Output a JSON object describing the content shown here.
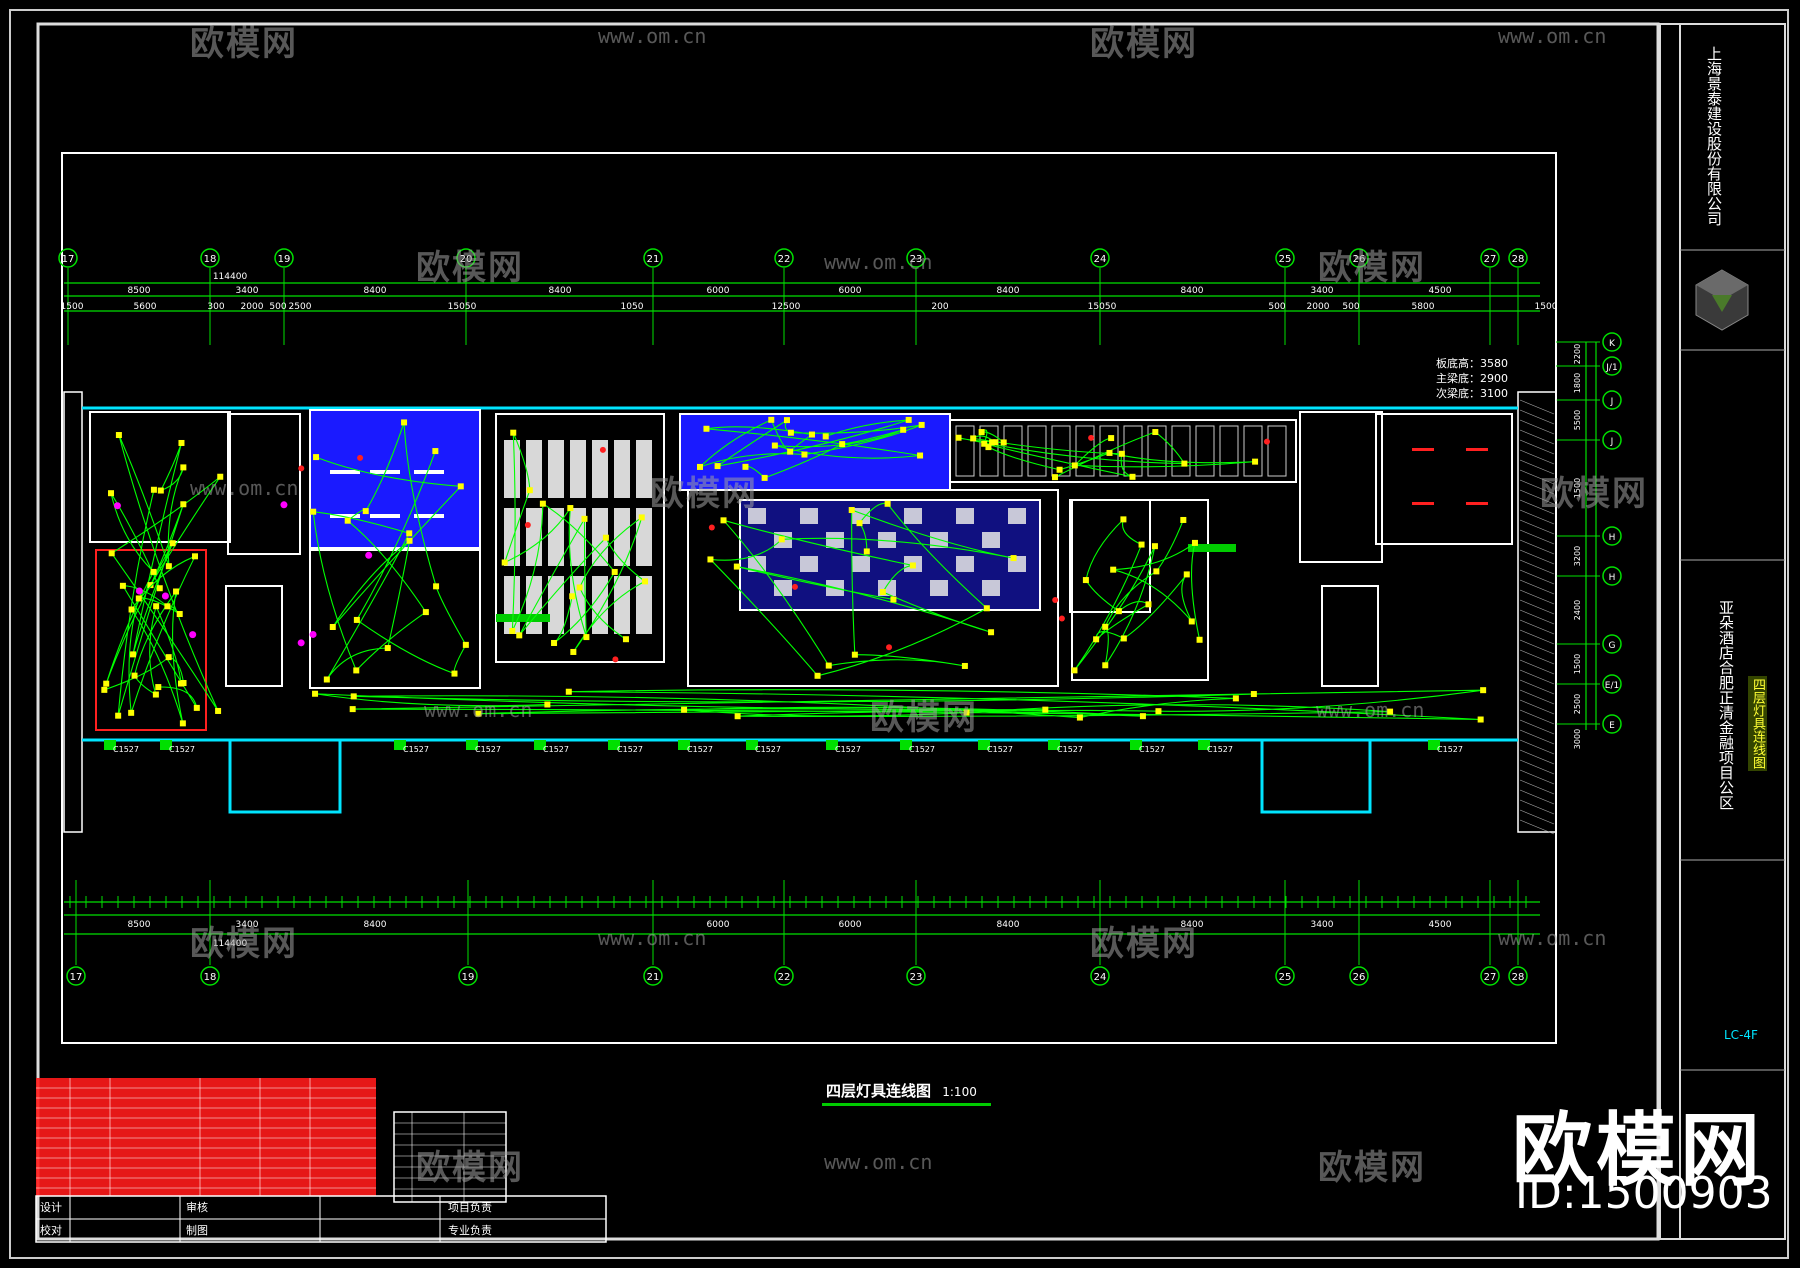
{
  "drawing": {
    "title": "四层灯具连线图",
    "scale": "1:100",
    "code": "LC-4F",
    "company": "上海景泰建设股份有限公司",
    "project": "亚朵酒店合肥正清金融项目公区",
    "sheet_name": "四层灯具连线图"
  },
  "axes_top": {
    "labels": [
      "17",
      "18",
      "19",
      "20",
      "21",
      "22",
      "23",
      "24",
      "25",
      "26",
      "27",
      "28"
    ],
    "row1_dims": [
      "114400"
    ],
    "row2_dims": [
      "8500",
      "3400",
      "8400",
      "8400",
      "6000",
      "6000",
      "8400",
      "8400",
      "3400",
      "4500"
    ],
    "row3_dims": [
      "1500",
      "5600",
      "300",
      "2000",
      "500",
      "2500",
      "15050",
      "1050",
      "12500",
      "200",
      "15050",
      "500",
      "2000",
      "500",
      "5800",
      "1500"
    ]
  },
  "axes_bottom": {
    "labels": [
      "17",
      "18",
      "19",
      "21",
      "22",
      "23",
      "24",
      "25",
      "26",
      "27",
      "28"
    ],
    "row1_dims": [
      "114400"
    ],
    "row2_dims": [
      "8500",
      "3400",
      "8400",
      "6000",
      "6000",
      "8400",
      "8400",
      "3400",
      "4500"
    ]
  },
  "axes_right": {
    "labels": [
      "K",
      "J/1",
      "J",
      "J",
      "H",
      "H",
      "G",
      "E/1",
      "E"
    ],
    "dims": [
      "2200",
      "1800",
      "5500",
      "1500",
      "3200",
      "2400",
      "1500",
      "2500",
      "3000"
    ]
  },
  "heights": {
    "lines": [
      "板底高：3580",
      "主梁底：2900",
      "次梁底：3100"
    ]
  },
  "window_tags": [
    "C1527",
    "C1527",
    "C1527",
    "C1527",
    "C1527",
    "C1527",
    "C1527",
    "C1527",
    "C1527",
    "C1527",
    "C1527",
    "C1527",
    "C1527",
    "C1527",
    "C1527"
  ],
  "bottom_table": {
    "row1": [
      "设计",
      "审核",
      "项目负责"
    ],
    "row2": [
      "校对",
      "制图",
      "专业负责"
    ]
  },
  "watermark": {
    "brand": "欧模网",
    "url": "www.om.cn",
    "id": "ID:1500903"
  },
  "colors": {
    "wall": "#ffffff",
    "axis": "#00e000",
    "wire": "#00ff00",
    "fixture": "#ffff00",
    "accent_red": "#ff2020",
    "accent_blue": "#1a1aff",
    "cyan": "#00e5ff",
    "magenta": "#ff00ff"
  }
}
